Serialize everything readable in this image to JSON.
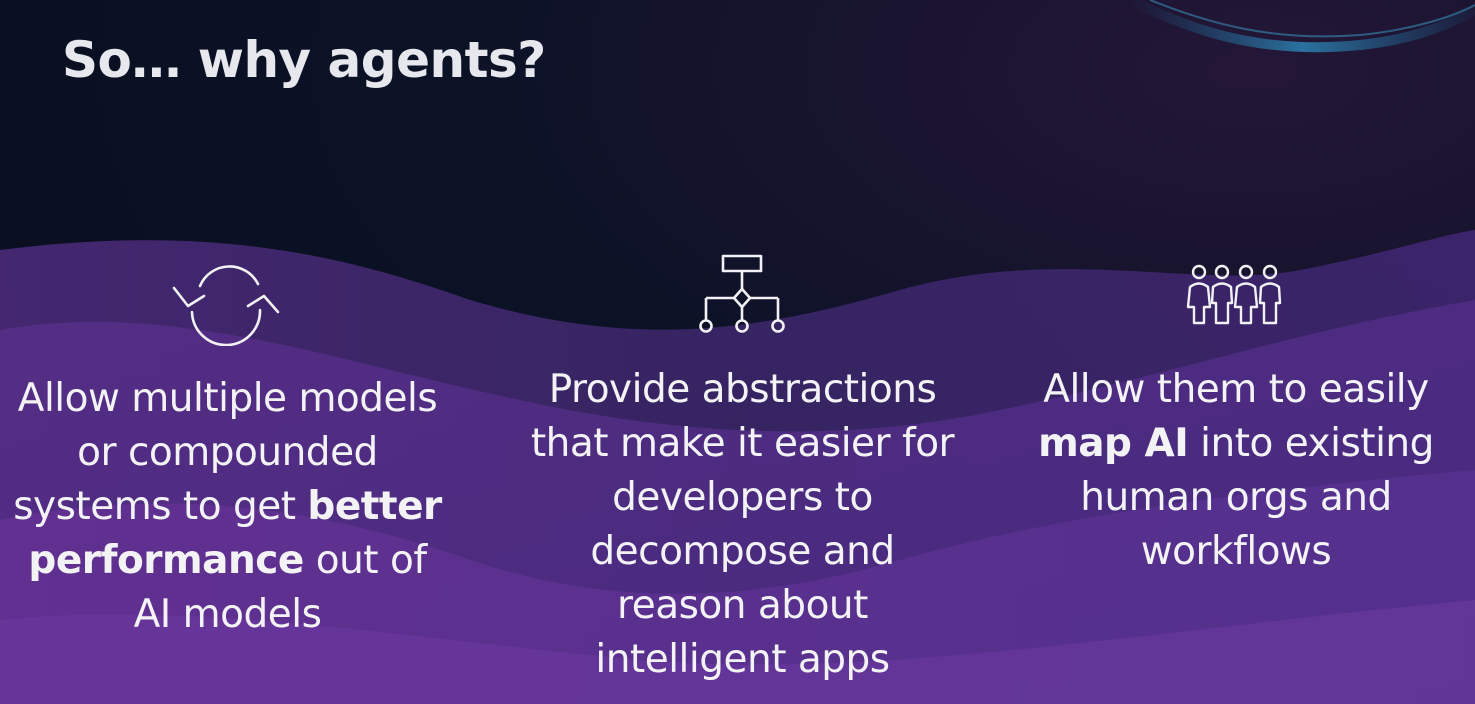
{
  "slide": {
    "title": "So… why agents?",
    "columns": [
      {
        "icon": "refresh-cycle-icon",
        "line1": "Allow multiple models",
        "line2": "or compounded",
        "line3_pre": "systems to get ",
        "line3_bold": "better",
        "line4_bold": "performance",
        "line4_post": " out of",
        "line5": "AI models"
      },
      {
        "icon": "hierarchy-flow-icon",
        "line1": "Provide abstractions",
        "line2": "that make it easier for",
        "line3": "developers to",
        "line4": "decompose and",
        "line5": "reason about",
        "line6": "intelligent apps"
      },
      {
        "icon": "people-group-icon",
        "line1": "Allow them to easily",
        "line2_bold": "map AI",
        "line2_post": " into existing",
        "line3": "human orgs and",
        "line4": "workflows"
      }
    ]
  }
}
